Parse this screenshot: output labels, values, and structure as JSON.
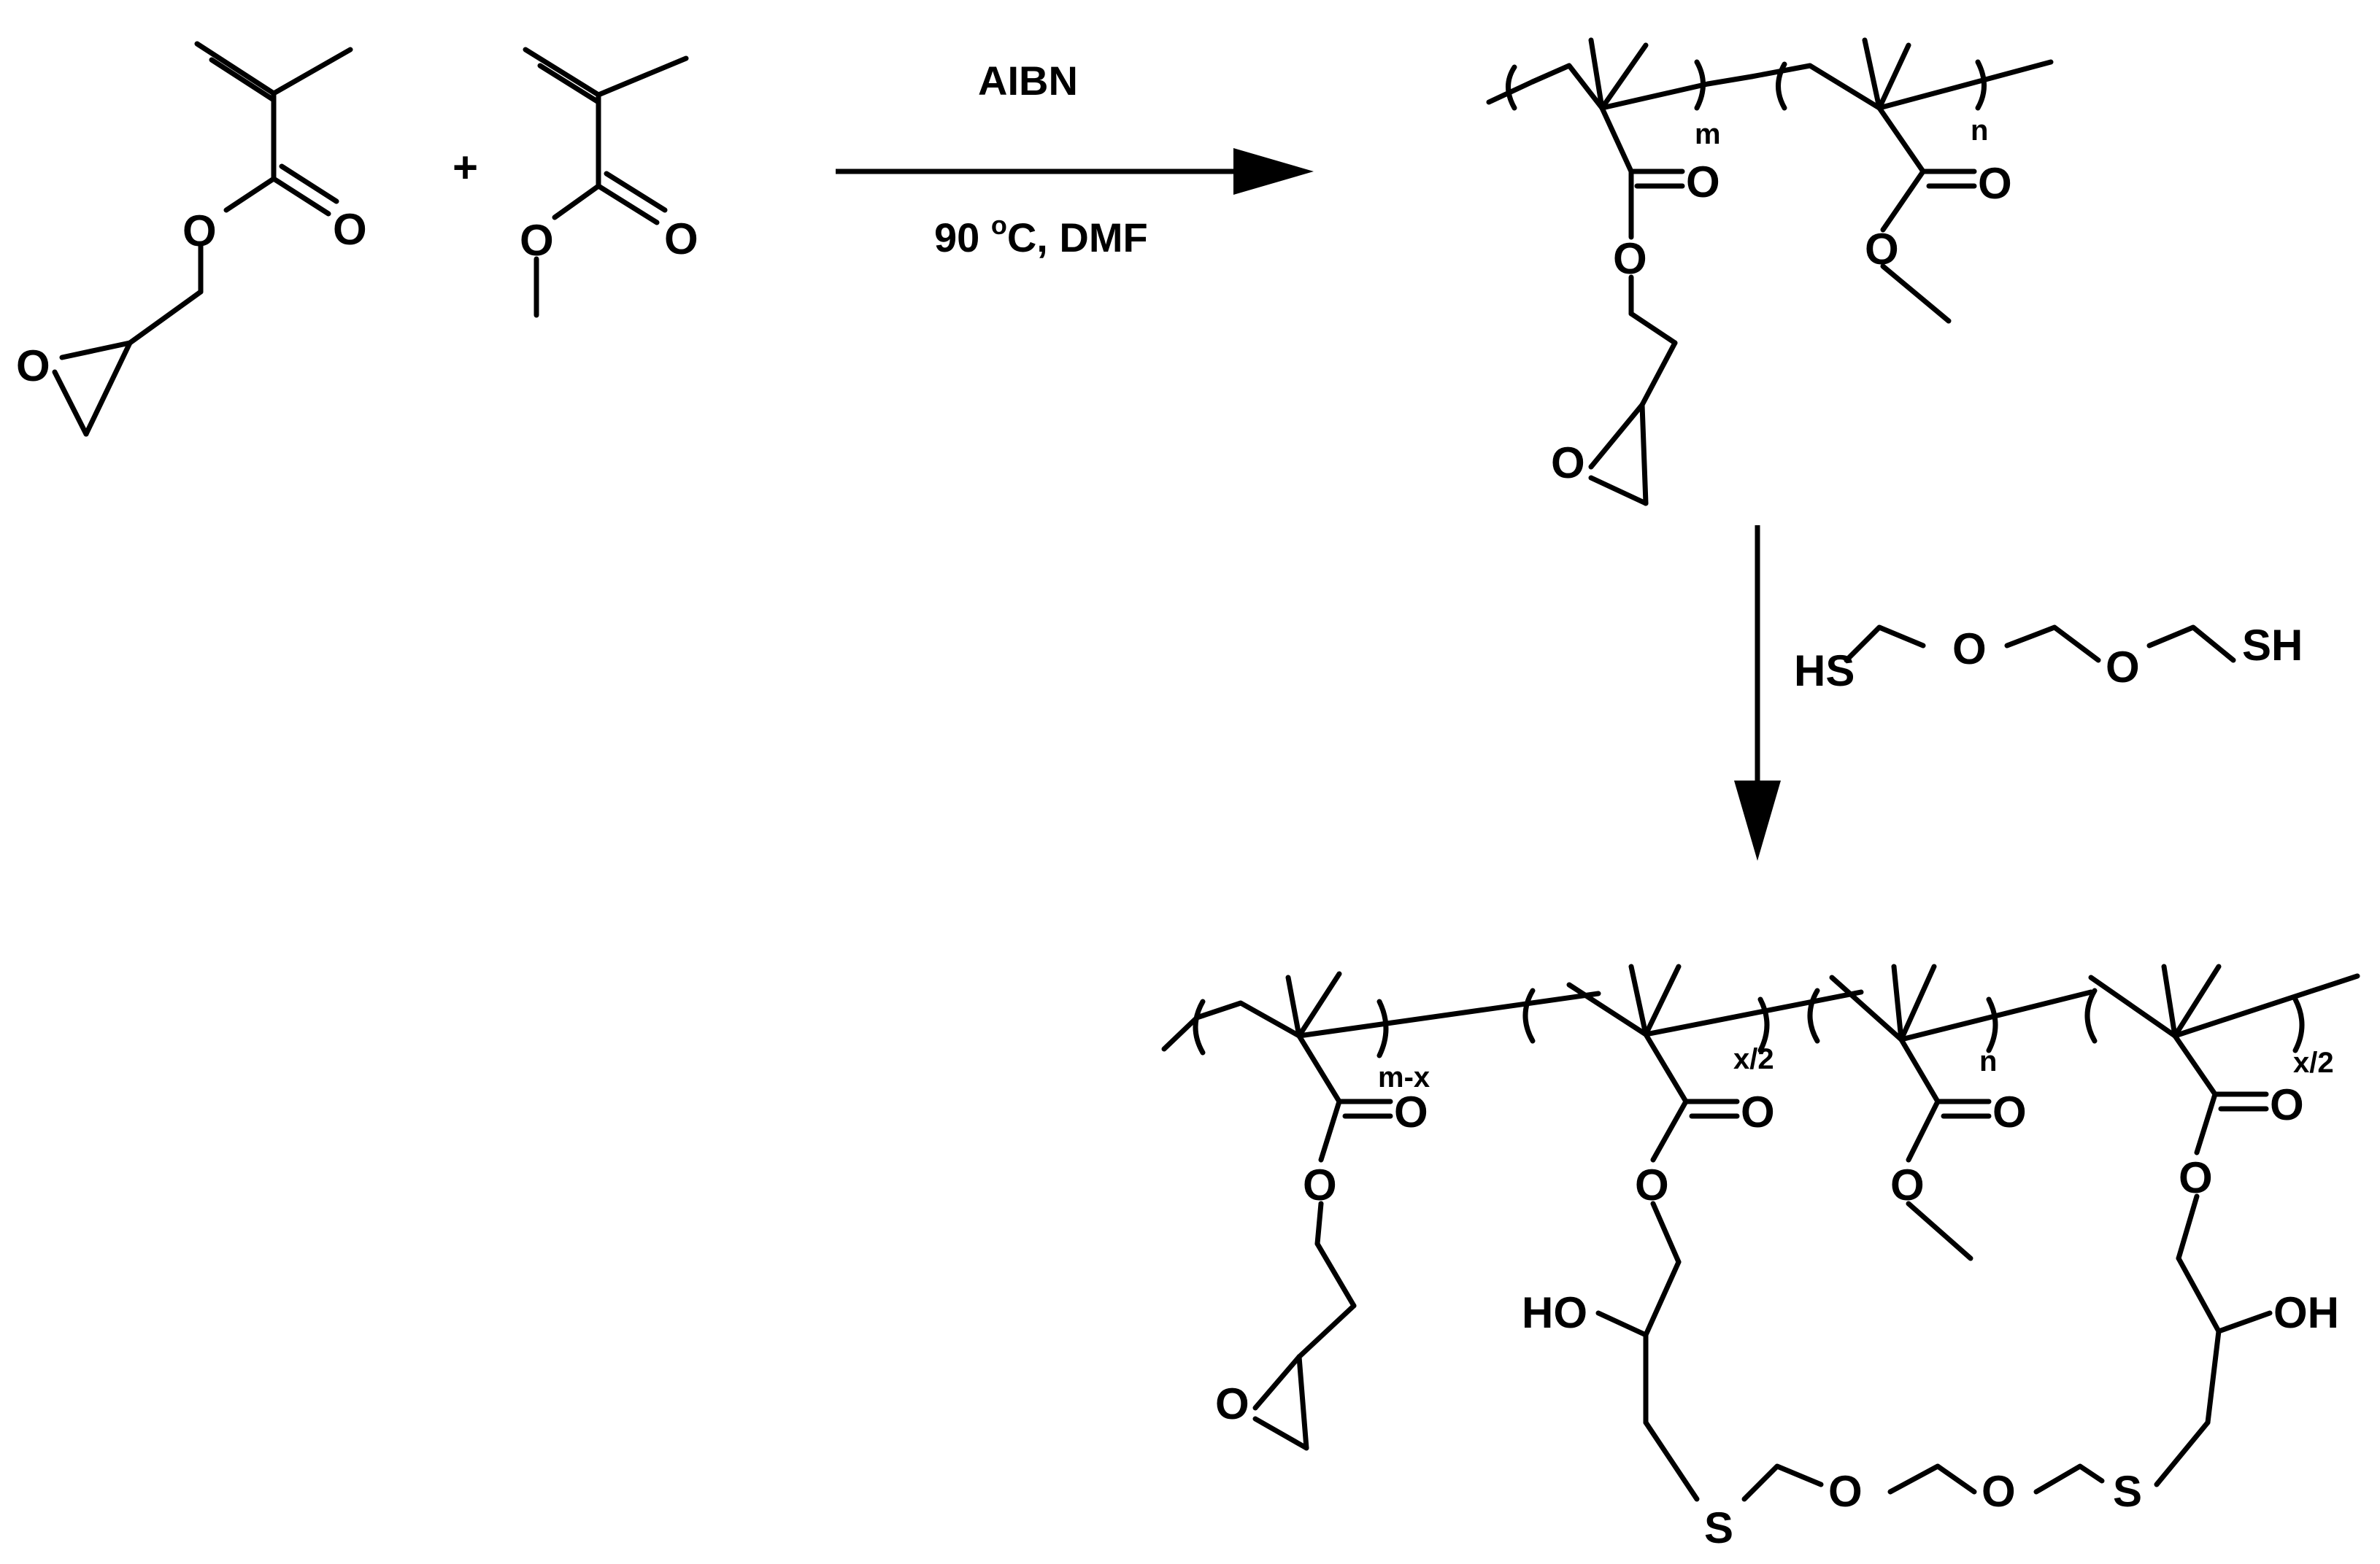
{
  "reaction": {
    "plus": "+",
    "step1": {
      "reagent": "AIBN",
      "temp_number": "90 ",
      "degree": "o",
      "conditions_rest": "C, DMF"
    },
    "step2": {
      "reagent_hs_left": "HS",
      "reagent_o": "O",
      "reagent_sh_right": "SH"
    }
  },
  "atoms": {
    "oxygen": "O",
    "sulfur": "S",
    "hydroxyl": "HO",
    "hydroxyl_right": "OH"
  },
  "subscripts": {
    "m": "m",
    "n": "n",
    "m_minus_x": "m-x",
    "x_half": "x/2"
  },
  "colors": {
    "ink": "#000000",
    "background": "#ffffff"
  }
}
